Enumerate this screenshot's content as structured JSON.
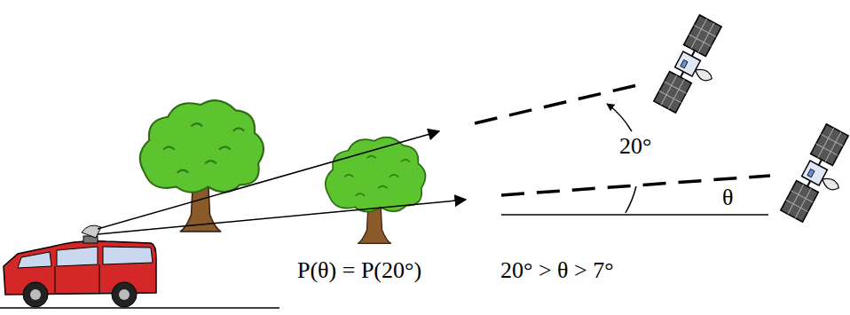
{
  "diagram": {
    "labels": [
      "20°",
      "θ",
      "P(θ) = P(20°)",
      "20° > θ > 7°"
    ]
  }
}
